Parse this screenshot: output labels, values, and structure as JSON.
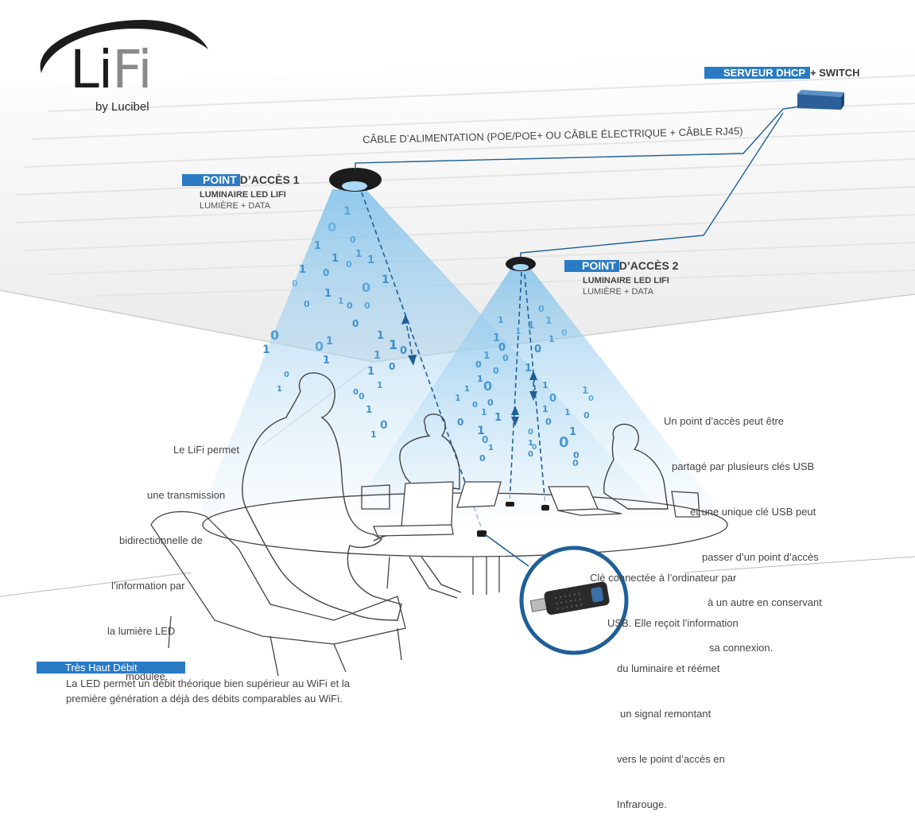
{
  "logo": {
    "word_part1": "Li",
    "word_part2": "Fi",
    "byline": "by Lucibel"
  },
  "server": {
    "tag": "SERVEUR DHCP",
    "rest": "+ SWITCH"
  },
  "cable": {
    "label": "CÂBLE D’ALIMENTATION (POE/POE+ OU CÂBLE ÉLECTRIQUE + CÂBLE RJ45)"
  },
  "access_point_1": {
    "tag": "POINT",
    "rest": "D’ACCÈS 1",
    "subtitle": "LUMINAIRE LED LIFI",
    "detail": "LUMIÈRE + DATA"
  },
  "access_point_2": {
    "tag": "POINT",
    "rest": "D’ACCÈS 2",
    "subtitle": "LUMINAIRE LED LIFI",
    "detail": "LUMIÈRE + DATA"
  },
  "notes": {
    "lifi": [
      "Le LiFi permet",
      "une transmission",
      "bidirectionnelle de",
      "l’information par",
      "la lumière LED",
      "modulée."
    ],
    "shared": [
      "Un point d’accès peut être",
      "partagé par plusieurs clés USB",
      "et une unique clé USB peut",
      "passer d’un point d’accès",
      "à un autre en conservant",
      "sa connexion."
    ],
    "usb": [
      "Clé connectée à l’ordinateur par",
      "USB. Elle reçoit l’information",
      "du luminaire et réémet",
      "un signal remontant",
      "vers le point d’accès en",
      "Infrarouge."
    ]
  },
  "bottom": {
    "tag": "Très Haut Débit",
    "line1": "La LED permet un débit théorique bien supérieur au WiFi et la",
    "line2": "première génération a déjà des débits comparables au WiFi."
  },
  "colors": {
    "accent": "#2a7bc4",
    "cable": "#1f5f99",
    "beam": "#8ec8ec",
    "bits": "#3f8fd0"
  }
}
